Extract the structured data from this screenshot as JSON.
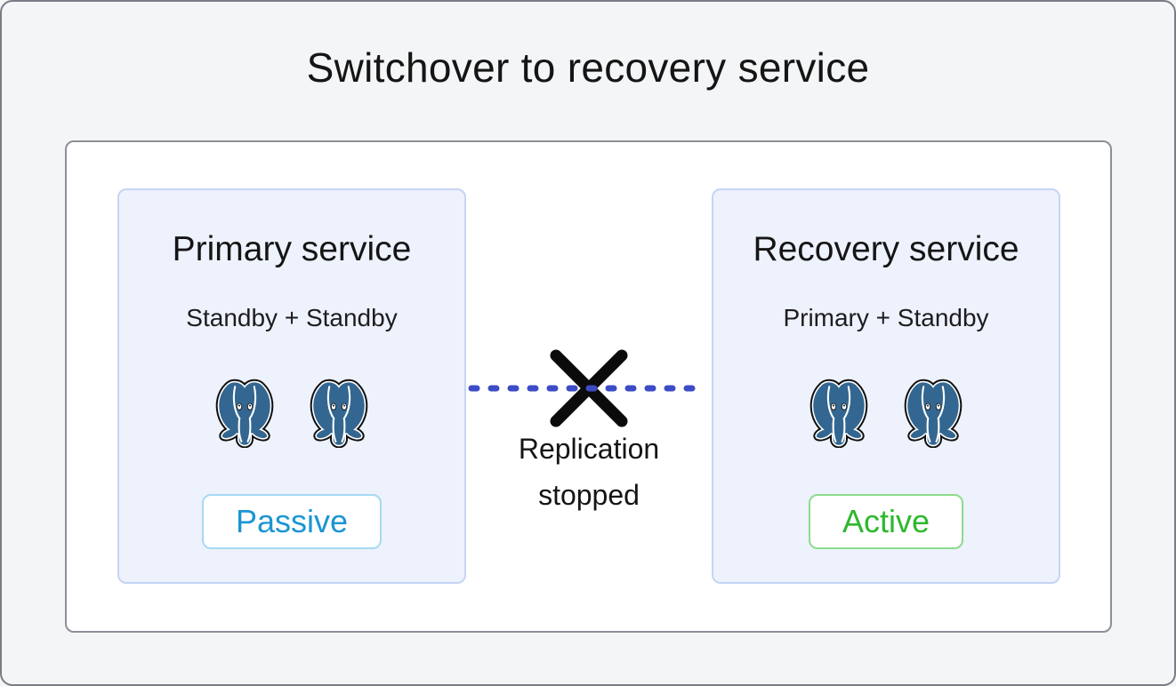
{
  "title": "Switchover to recovery service",
  "services": {
    "primary": {
      "title": "Primary service",
      "topology": "Standby + Standby",
      "status": "Passive",
      "instances": 2,
      "instance_icon": "postgresql-elephant-icon"
    },
    "recovery": {
      "title": "Recovery service",
      "topology": "Primary + Standby",
      "status": "Active",
      "instances": 2,
      "instance_icon": "postgresql-elephant-icon"
    }
  },
  "replication": {
    "line1": "Replication",
    "line2": "stopped",
    "link_style": "blue-dashed-line",
    "break_icon": "x-cross-icon"
  },
  "colors": {
    "canvas-bg": "#f4f5f7",
    "canvas-border": "#7b7b85",
    "panel-border": "#8f8f98",
    "card-bg": "#eef2fc",
    "card-border": "#c6d4f4",
    "passive-text": "#1b95d3",
    "passive-border": "#a6d9f3",
    "active-text": "#2eb82e",
    "active-border": "#8cdc8c",
    "line-blue": "#3d4cc6",
    "pg-blue": "#336791",
    "text-dark": "#151515"
  }
}
